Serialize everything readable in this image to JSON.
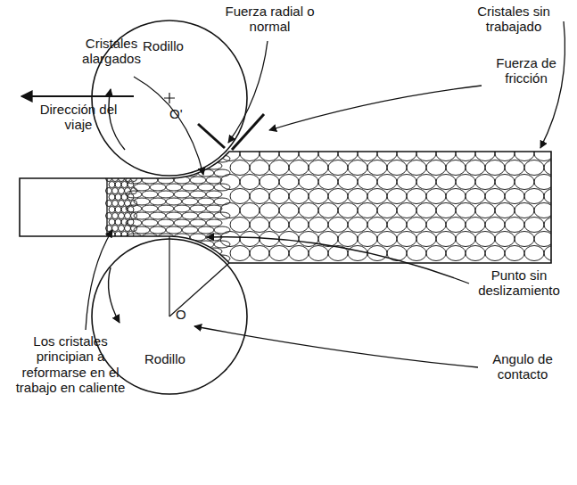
{
  "diagram": {
    "nodes": [
      {
        "text": [
          "Rodillo",
          "O'"
        ]
      },
      {
        "text": [
          "O",
          "Rodillo"
        ]
      }
    ],
    "labels": [
      "Fuerza radial o normal",
      "Cristales sin trabajado",
      "Cristales alargados",
      "Fuerza de fricción",
      "Dirección del viaje",
      "Los cristales principian a reformarse en el trabajo en caliente",
      "Punto sin deslizamiento",
      "Angulo de contacto"
    ]
  }
}
